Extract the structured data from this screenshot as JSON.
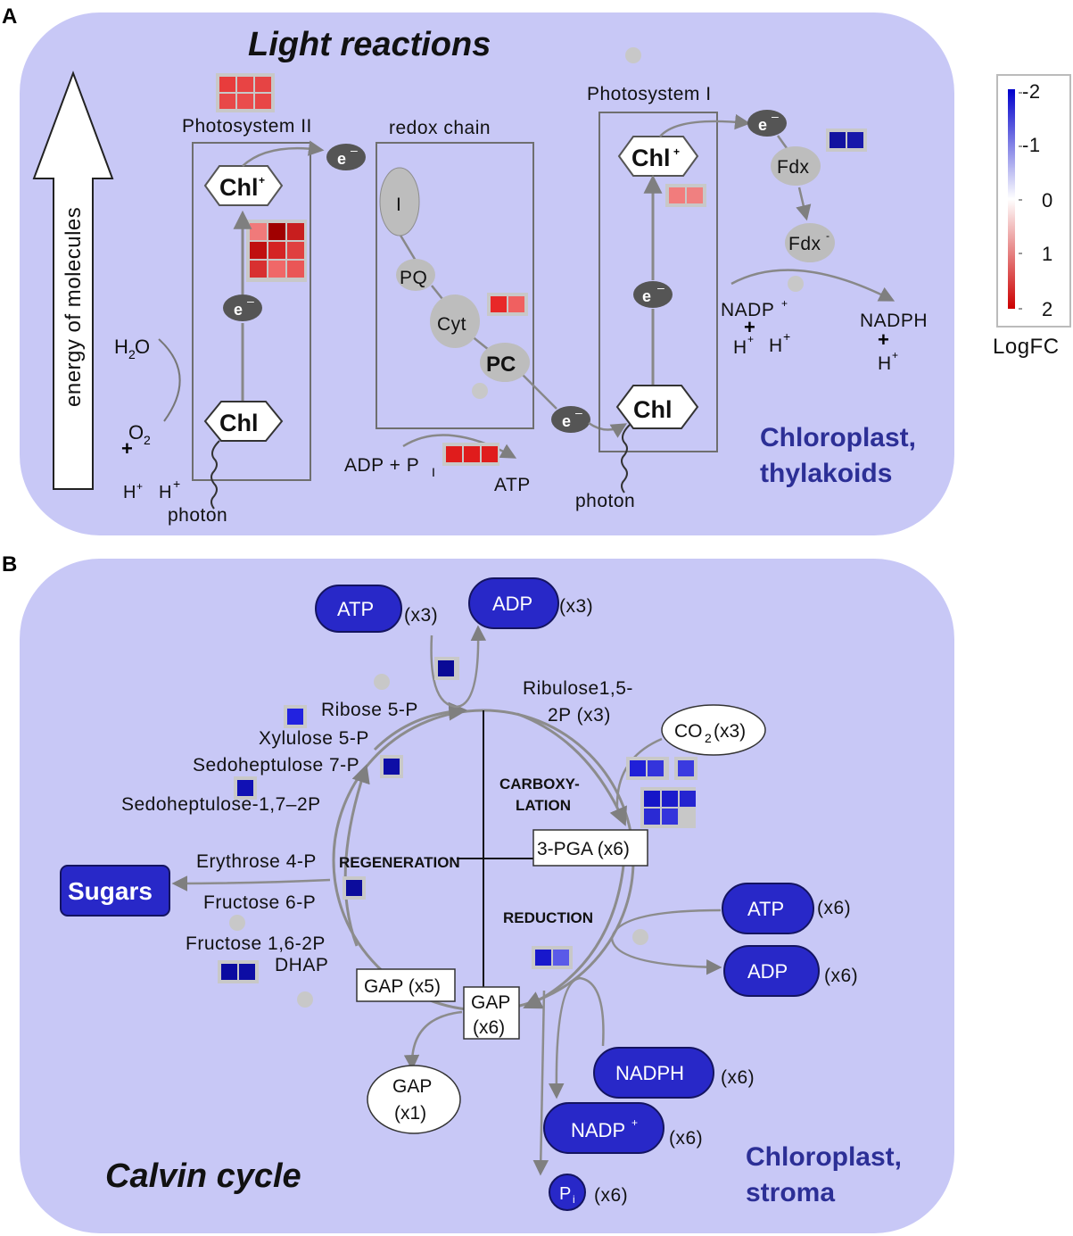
{
  "panels": {
    "a": "A",
    "b": "B"
  },
  "a": {
    "title": "Light reactions",
    "energy_axis": "energy of molecules",
    "photosystem2": "Photosystem II",
    "photosystem1": "Photosystem I",
    "redox_chain": "redox chain",
    "chl_plus": "Chl",
    "chl": "Chl",
    "e_minus": "e",
    "carrier_I": "I",
    "carrier_PQ": "PQ",
    "carrier_Cyt": "Cyt",
    "carrier_PC": "PC",
    "fdx": "Fdx",
    "fdx_reduced": "Fdx",
    "h2o": "H",
    "o2": "O",
    "h_plus_left": "H",
    "h_plus_left2": "H",
    "photon_left": "photon",
    "photon_right": "photon",
    "adp_pi": "ADP + P",
    "atp": "ATP",
    "nadp_plus": "NADP",
    "nadph": "NADPH",
    "h_pair": "H",
    "compartment_line1": "Chloroplast,",
    "compartment_line2": "thylakoids"
  },
  "legend": {
    "title": "LogFC",
    "ticks": [
      "-2",
      "-1",
      "0",
      "1",
      "2"
    ],
    "colors": {
      "high_negative": "#0000cc",
      "zero": "#ffffff",
      "high_positive": "#cc0000"
    }
  },
  "b": {
    "title": "Calvin cycle",
    "atp_top": "ATP",
    "atp_top_mult": "(x3)",
    "adp_top": "ADP",
    "adp_top_mult": "(x3)",
    "rubp_line1": "Ribulose1,5-",
    "rubp_line2": "2P (x3)",
    "co2": "CO",
    "co2_mult": "(x3)",
    "carboxylation_line1": "CARBOXY-",
    "carboxylation_line2": "LATION",
    "pga": "3-PGA (x6)",
    "regeneration": "REGENERATION",
    "reduction": "REDUCTION",
    "atp_right": "ATP",
    "atp_right_mult": "(x6)",
    "adp_right": "ADP",
    "adp_right_mult": "(x6)",
    "nadph": "NADPH",
    "nadph_mult": "(x6)",
    "nadp": "NADP",
    "nadp_mult": "(x6)",
    "pi": "P",
    "pi_mult": "(x6)",
    "gap5": "GAP (x5)",
    "gap6_line1": "GAP",
    "gap6_line2": "(x6)",
    "gap1_line1": "GAP",
    "gap1_line2": "(x1)",
    "sugars": "Sugars",
    "ribose": "Ribose 5-P",
    "xylulose": "Xylulose 5-P",
    "sedo7": "Sedoheptulose 7-P",
    "sedo17": "Sedoheptulose-1,7–2P",
    "erythrose": "Erythrose 4-P",
    "fructose6": "Fructose 6-P",
    "fructose16": "Fructose 1,6-2P",
    "dhap": "DHAP",
    "compartment_line1": "Chloroplast,",
    "compartment_line2": "stroma"
  }
}
